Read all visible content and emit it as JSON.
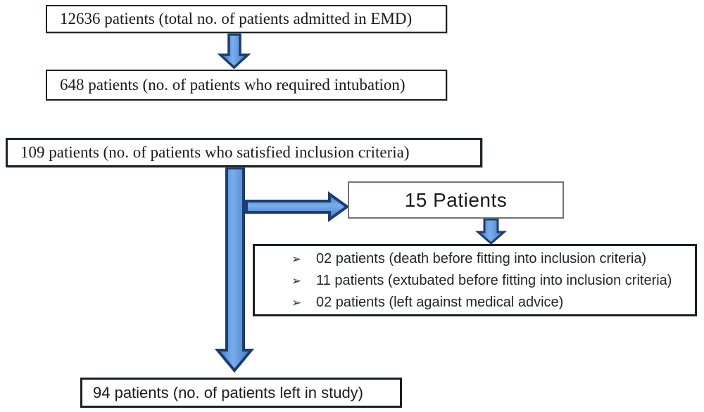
{
  "diagram": {
    "kind": "patient-flow-chart",
    "boxes": {
      "admitted": {
        "label": "12636 patients (total no. of patients admitted in EMD)"
      },
      "intubated": {
        "label": "648 patients (no. of patients who required intubation)"
      },
      "inclusion": {
        "label": "109 patients (no. of patients who satisfied inclusion criteria)"
      },
      "excluded": {
        "label": "15 Patients"
      },
      "excluded_detail": {
        "bullet_glyph": "➢",
        "items": [
          {
            "text": "02 patients (death before fitting into inclusion criteria)"
          },
          {
            "text": "11 patients (extubated before fitting into inclusion criteria)"
          },
          {
            "text": "02 patients (left against medical advice)"
          }
        ]
      },
      "final": {
        "label": "94 patients (no. of patients left in study)"
      }
    },
    "colors": {
      "arrow_fill": "#4f8fdd",
      "arrow_fill_light": "#79aeeb",
      "arrow_outline": "#1d3d6e",
      "box_border": "#1f2424",
      "excluded_box_border": "#6e7573",
      "text": "#1a1a1a"
    }
  }
}
